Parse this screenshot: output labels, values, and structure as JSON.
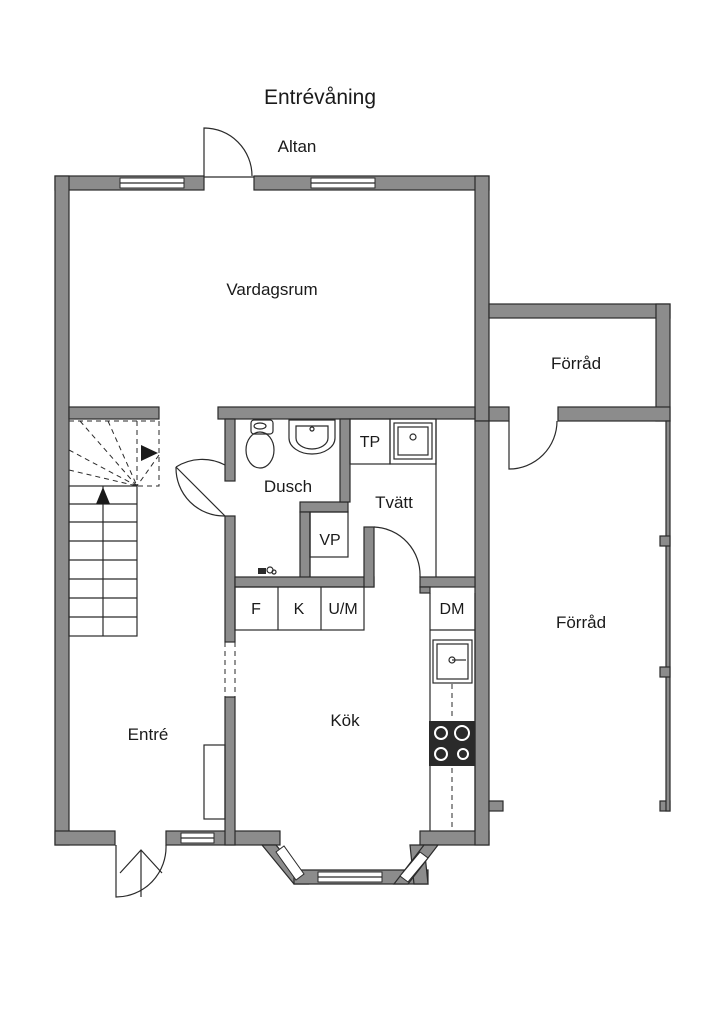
{
  "title": "Entrévåning",
  "rooms": {
    "altan": "Altan",
    "vardagsrum": "Vardagsrum",
    "forrad_top": "Förråd",
    "forrad_large": "Förråd",
    "dusch": "Dusch",
    "tp": "TP",
    "tvatt": "Tvätt",
    "vp": "VP",
    "f": "F",
    "k": "K",
    "um": "U/M",
    "dm": "DM",
    "kok": "Kök",
    "entre": "Entré"
  },
  "colors": {
    "wall": "#8c8c8c",
    "line": "#2a2a2a",
    "background": "#ffffff"
  }
}
